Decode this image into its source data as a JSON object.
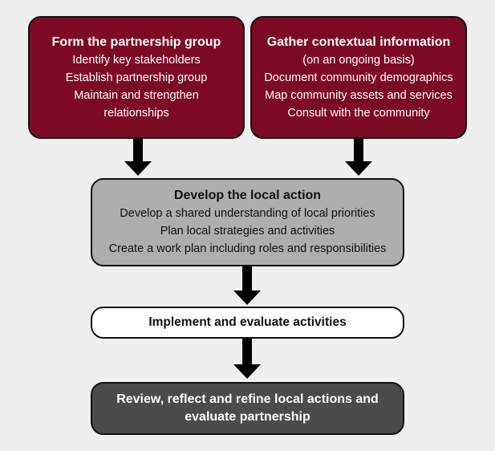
{
  "boxes": {
    "partnership": {
      "title": "Form the partnership group",
      "lines": [
        "Identify key stakeholders",
        "Establish partnership group",
        "Maintain and strengthen",
        "relationships"
      ]
    },
    "contextual": {
      "title": "Gather contextual information",
      "lines": [
        "(on an ongoing basis)",
        "Document community demographics",
        "Map community assets and services",
        "Consult with the community"
      ]
    },
    "local_action": {
      "title": "Develop the local action",
      "lines": [
        "Develop a shared understanding of local priorities",
        "Plan local strategies and activities",
        "Create a work plan including roles and responsibilities"
      ]
    },
    "implement": {
      "title": "Implement and evaluate activities"
    },
    "review": {
      "lines": [
        "Review, reflect and refine local actions and",
        "evaluate partnership"
      ]
    }
  },
  "colors": {
    "maroon": "#7d0a25",
    "grey": "#aeaeb0",
    "white": "#ffffff",
    "dark": "#4b4b4d",
    "background": "#efefef"
  }
}
